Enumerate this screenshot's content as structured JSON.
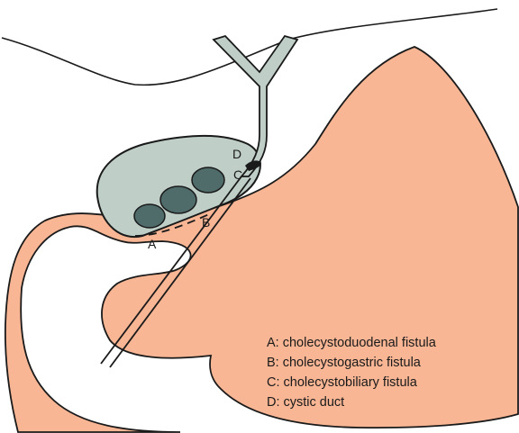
{
  "labels": {
    "a": "A",
    "b": "B",
    "c": "C",
    "d": "D"
  },
  "legend": [
    "A: cholecystoduodenal fistula",
    "B: cholecystogastric fistula",
    "C: cholecystobiliary fistula",
    "D: cystic duct"
  ],
  "colors": {
    "stomach_duodenum": "#f8b694",
    "gallbladder": "#bfcfc8",
    "stones": "#4f6b6a",
    "outline": "#1a1a1a"
  }
}
